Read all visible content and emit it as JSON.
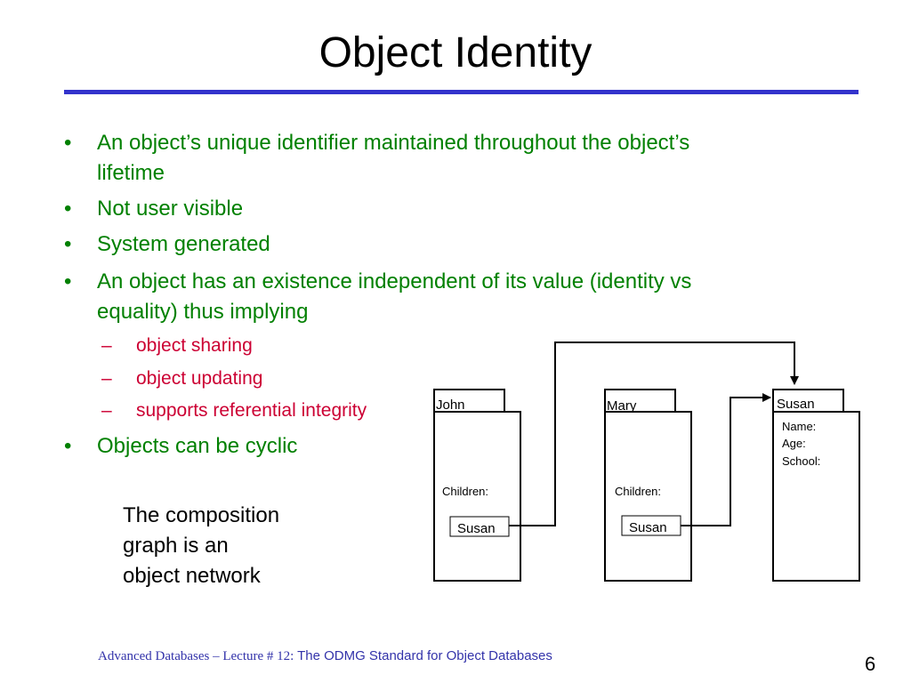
{
  "slide": {
    "title": "Object Identity",
    "bullets": [
      {
        "lines": [
          "An object’s unique identifier maintained throughout the object’s",
          "lifetime"
        ]
      },
      {
        "lines": [
          "Not user visible"
        ]
      },
      {
        "lines": [
          "System generated"
        ]
      },
      {
        "lines": [
          "An object has an existence independent of its value (identity vs",
          "equality) thus implying"
        ]
      },
      {
        "lines": [
          "Objects can be cyclic"
        ]
      }
    ],
    "subbullets": [
      "object sharing",
      "object updating",
      "supports referential integrity"
    ],
    "caption": [
      "The composition",
      "graph is an",
      "object network"
    ],
    "colors": {
      "bullet_text": "#008000",
      "subbullet_text": "#cc0033",
      "title_rule": "#3333cc",
      "footer_text": "#3333aa"
    }
  },
  "diagram": {
    "objects": [
      {
        "tab": "John",
        "children_label": "Children:",
        "child_ref": "Susan"
      },
      {
        "tab": "Mary",
        "children_label": "Children:",
        "child_ref": "Susan"
      },
      {
        "tab": "Susan",
        "fields": [
          "Name:",
          "Age:",
          "School:"
        ]
      }
    ]
  },
  "footer": {
    "course": "Advanced Databases – Lecture # 12: ",
    "topic": "The ODMG Standard for Object Databases",
    "page": "6"
  }
}
